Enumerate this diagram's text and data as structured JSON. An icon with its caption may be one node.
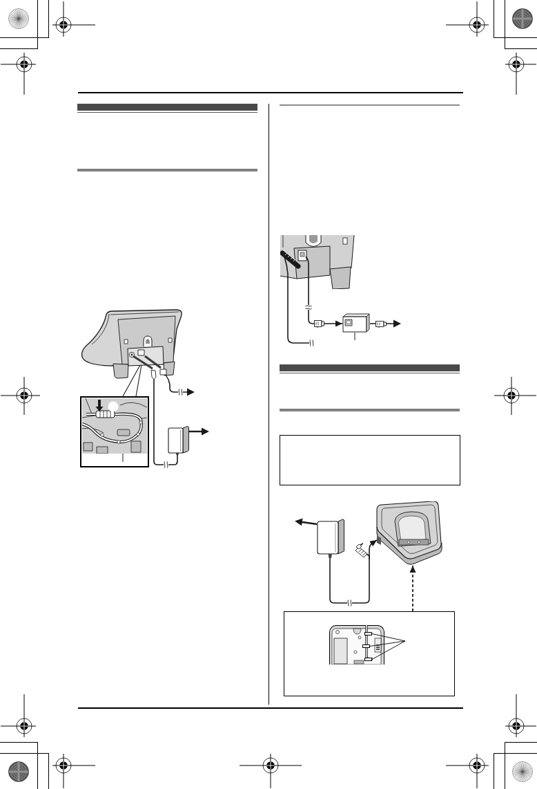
{
  "diagram": {
    "nodes": [
      {
        "text": [],
        "shape": "picture"
      },
      {
        "text": [],
        "shape": "box"
      },
      {
        "text": [],
        "shape": "picture",
        "in": 1
      },
      {
        "text": [],
        "shape": "picture"
      },
      {
        "text": [],
        "shape": "picture"
      },
      {
        "text": [],
        "shape": "picture"
      },
      {
        "text": [],
        "shape": "box"
      },
      {
        "text": [],
        "shape": "picture"
      },
      {
        "text": [],
        "shape": "picture"
      },
      {
        "text": [],
        "shape": "box"
      },
      {
        "text": [],
        "shape": "picture",
        "in": 9
      },
      {
        "text": [],
        "shape": "box",
        "in": 10
      },
      {
        "text": [],
        "shape": "box",
        "in": 10
      },
      {
        "text": [],
        "shape": "box",
        "in": 10
      }
    ],
    "edges": [
      {
        "from": 0,
        "to": 1,
        "arrow": "none"
      },
      {
        "from": 3,
        "to": 0,
        "arrow": "none"
      },
      {
        "from": 0,
        "to": null,
        "arrow": "to"
      },
      {
        "from": 3,
        "to": null,
        "arrow": "to"
      },
      {
        "from": null,
        "to": 2,
        "arrow": "none"
      },
      {
        "from": 4,
        "to": 5,
        "arrow": "to"
      },
      {
        "from": 5,
        "to": null,
        "arrow": "to"
      },
      {
        "from": 4,
        "to": null,
        "arrow": "none"
      },
      {
        "from": null,
        "to": 5,
        "arrow": "none"
      },
      {
        "from": 7,
        "to": null,
        "arrow": "to"
      },
      {
        "from": 7,
        "to": 8,
        "arrow": "to"
      },
      {
        "from": 9,
        "to": 8,
        "arrow": "to",
        "style": "dashed"
      },
      {
        "from": null,
        "to": 11,
        "arrow": "none"
      },
      {
        "from": null,
        "to": 12,
        "arrow": "none"
      },
      {
        "from": null,
        "to": 13,
        "arrow": "none"
      }
    ]
  }
}
